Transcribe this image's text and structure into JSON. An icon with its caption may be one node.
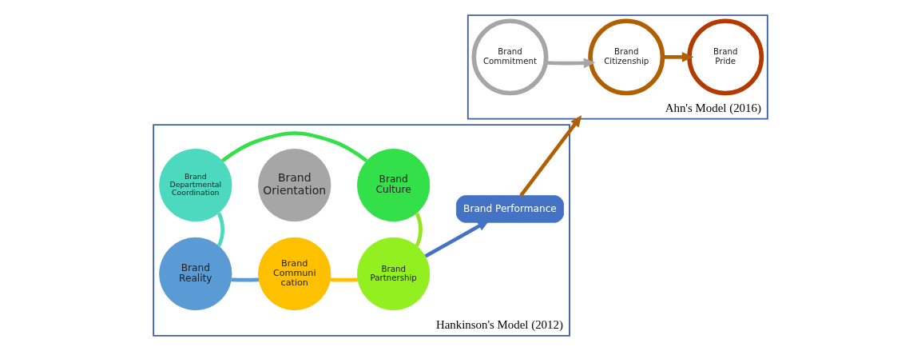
{
  "diagram": {
    "nodes": [
      {
        "text": [
          "Hankinson's Model (2012)"
        ]
      },
      {
        "text": [
          "Brand Communi cation"
        ],
        "in": 0
      },
      {
        "text": [
          "Brand Partnership"
        ],
        "in": 0
      },
      {
        "text": [
          "Brand Culture"
        ],
        "in": 0
      },
      {
        "text": [
          "Brand Departmental Coordination"
        ],
        "in": 0
      },
      {
        "text": [
          "Brand Reality"
        ],
        "in": 0
      },
      {
        "text": [
          "Brand Orientation"
        ],
        "in": 0
      },
      {
        "text": [
          "Brand Performance"
        ],
        "in": 0
      },
      {
        "text": [
          "Ahn's Model (2016)"
        ]
      },
      {
        "text": [
          "Brand Commitment"
        ],
        "in": 8
      },
      {
        "text": [
          "Brand Citizenship"
        ],
        "in": 8
      },
      {
        "text": [
          "Brand Pride"
        ],
        "in": 8
      }
    ],
    "edges": [
      {
        "from": 1,
        "to": 2,
        "arrow": "none",
        "color": "#ffc000"
      },
      {
        "from": 2,
        "to": 3,
        "arrow": "none",
        "color": "#92e620"
      },
      {
        "from": 3,
        "to": 4,
        "arrow": "none",
        "color": "#33e04a"
      },
      {
        "from": 4,
        "to": 5,
        "arrow": "none",
        "color": "#4dd9c0"
      },
      {
        "from": 5,
        "to": 1,
        "arrow": "none",
        "color": "#5b9bd5"
      },
      {
        "from": 2,
        "to": 7,
        "arrow": "to",
        "color": "#4472c4"
      },
      {
        "from": 7,
        "to": 8,
        "arrow": "to",
        "color": "#b06000"
      },
      {
        "from": 9,
        "to": 10,
        "arrow": "to",
        "color": "#a6a6a6"
      },
      {
        "from": 10,
        "to": 11,
        "arrow": "to",
        "color": "#b06000"
      }
    ]
  }
}
